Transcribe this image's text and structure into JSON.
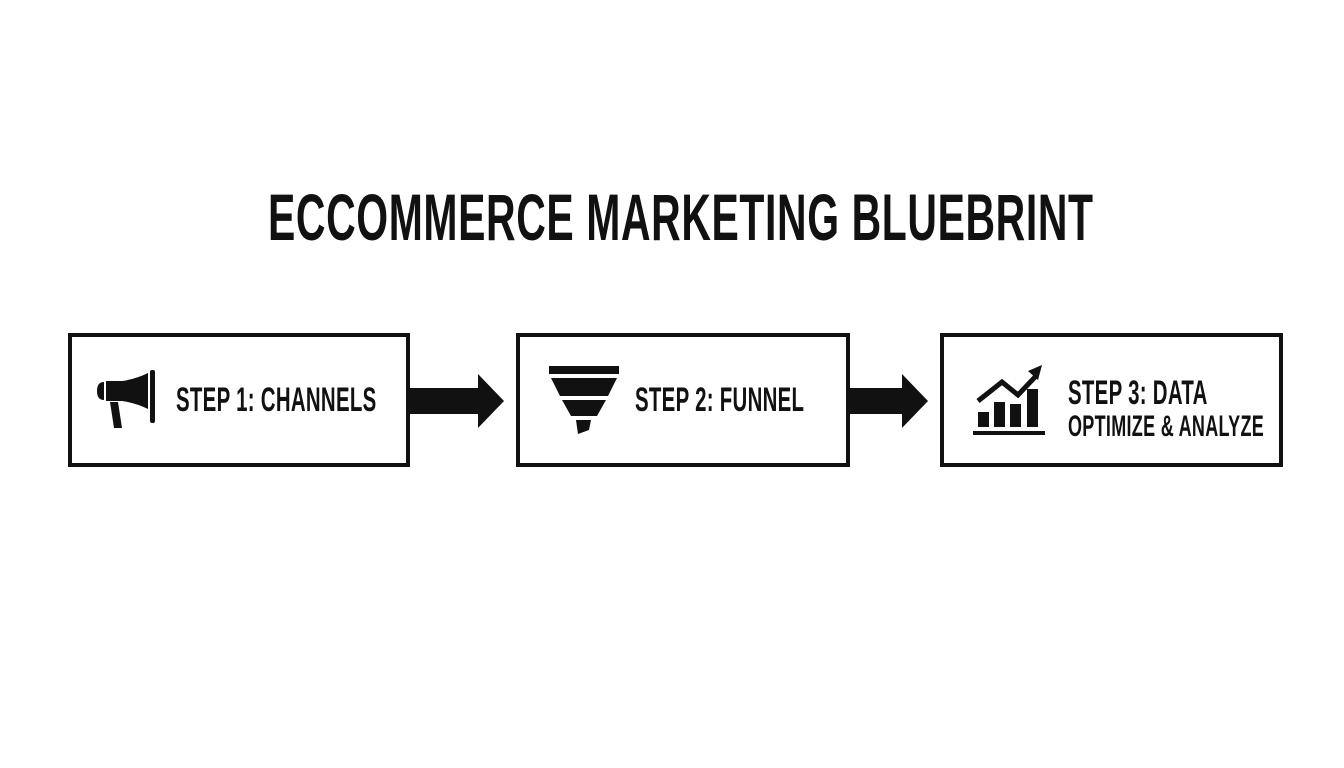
{
  "title": "ECCOMMERCE MARKETING BLUEBRINT",
  "steps": [
    {
      "label": "STEP 1: CHANNELS",
      "icon": "megaphone-icon"
    },
    {
      "label": "STEP 2: FUNNEL",
      "icon": "funnel-icon"
    },
    {
      "label": "STEP 3: DATA",
      "sublabel": "OPTIMIZE & ANALYZE",
      "icon": "growth-chart-icon"
    }
  ],
  "connectors": [
    {
      "from": "STEP 1: CHANNELS",
      "to": "STEP 2: FUNNEL",
      "icon": "arrow-right-icon"
    },
    {
      "from": "STEP 2: FUNNEL",
      "to": "STEP 3: DATA",
      "icon": "arrow-right-icon"
    }
  ],
  "colors": {
    "background": "#ffffff",
    "ink": "#111111"
  }
}
